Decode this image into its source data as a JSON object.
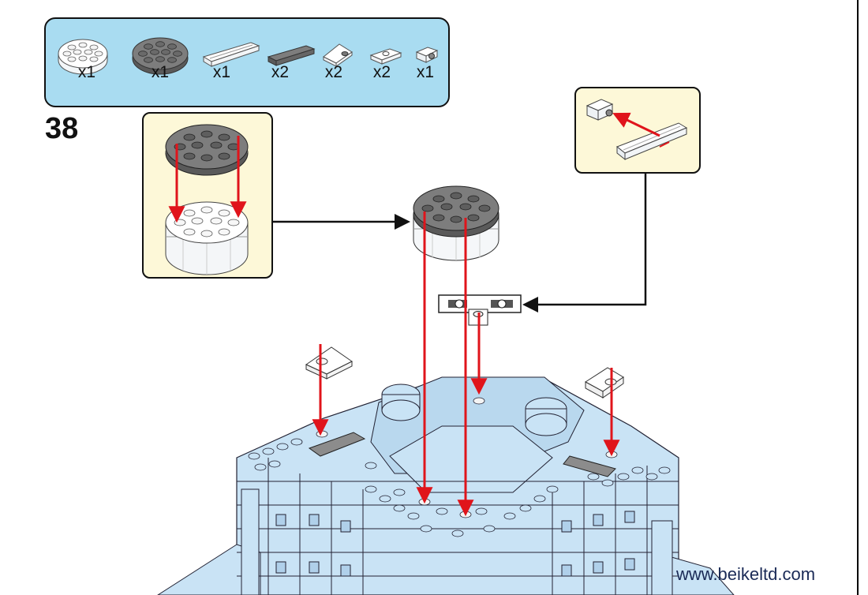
{
  "step": {
    "number": "38"
  },
  "parts": [
    {
      "icon": "transparent-round-plate-4x4-icon",
      "qty": "x1"
    },
    {
      "icon": "gray-round-plate-4x4-icon",
      "qty": "x1"
    },
    {
      "icon": "transparent-tile-1x4-icon",
      "qty": "x1"
    },
    {
      "icon": "dark-gray-tile-1x4-icon",
      "qty": "x2"
    },
    {
      "icon": "slope-plate-icon",
      "qty": "x2"
    },
    {
      "icon": "jumper-plate-1x2-icon",
      "qty": "x2"
    },
    {
      "icon": "bracket-plate-icon",
      "qty": "x1"
    }
  ],
  "website": "www.beikeltd.com",
  "colors": {
    "panel": "#a9dcf1",
    "callout": "#fdf8d8",
    "model": "#c9e3f5",
    "arrow": "#e0141b",
    "gray_part": "#7d7d7d"
  }
}
